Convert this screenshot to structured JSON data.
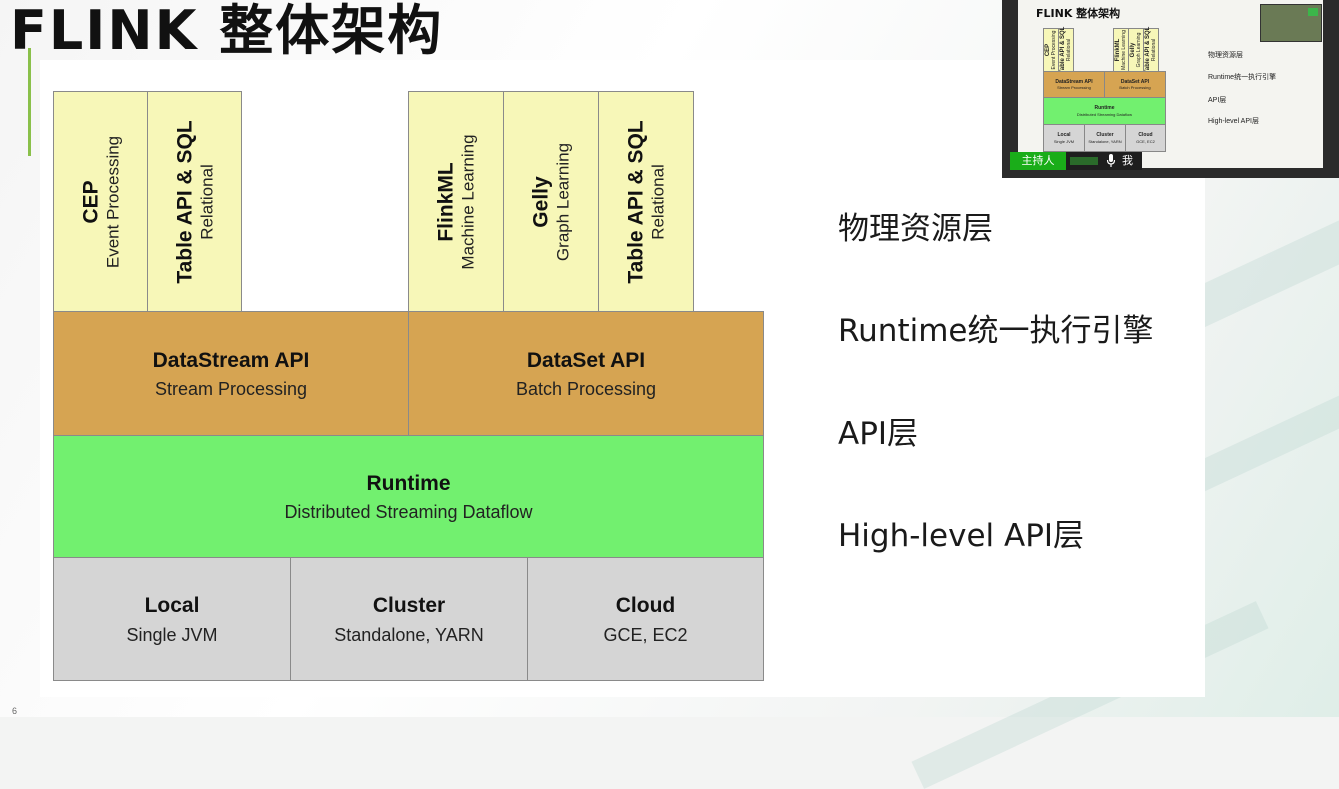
{
  "slide": {
    "title": "FLINK 整体架构",
    "page_number": "6"
  },
  "diagram": {
    "libraries_left": [
      {
        "name": "CEP",
        "desc": "Event Processing"
      },
      {
        "name": "Table API & SQL",
        "desc": "Relational"
      }
    ],
    "libraries_right": [
      {
        "name": "FlinkML",
        "desc": "Machine Learning"
      },
      {
        "name": "Gelly",
        "desc": "Graph Learning"
      },
      {
        "name": "Table API & SQL",
        "desc": "Relational"
      }
    ],
    "apis": [
      {
        "name": "DataStream API",
        "desc": "Stream Processing"
      },
      {
        "name": "DataSet API",
        "desc": "Batch Processing"
      }
    ],
    "runtime": {
      "name": "Runtime",
      "desc": "Distributed Streaming Dataflow"
    },
    "deploy": [
      {
        "name": "Local",
        "desc": "Single JVM"
      },
      {
        "name": "Cluster",
        "desc": "Standalone, YARN"
      },
      {
        "name": "Cloud",
        "desc": "GCE, EC2"
      }
    ]
  },
  "layer_labels": [
    "物理资源层",
    "Runtime统一执行引擎",
    "API层",
    "High-level API层"
  ],
  "video_overlay": {
    "thumb_title": "FLINK 整体架构",
    "host_label": "主持人",
    "self_label": "我",
    "thumb_labels": [
      "物理资源层",
      "Runtime统一执行引擎",
      "API层",
      "High-level API层"
    ]
  },
  "colors": {
    "library": "#f7f7b8",
    "api": "#d6a452",
    "runtime": "#72f06f",
    "deploy": "#d5d5d5",
    "host_badge": "#1aad19"
  },
  "icons": [
    "mic-icon"
  ]
}
